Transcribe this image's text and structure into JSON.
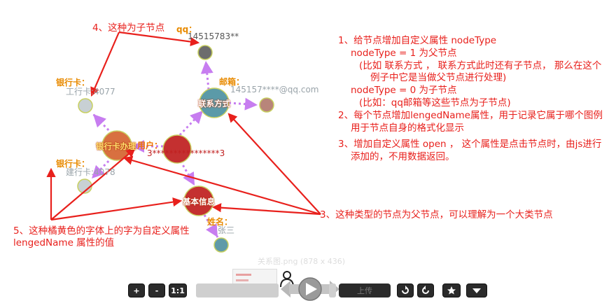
{
  "annotations": {
    "right_block": [
      "1、给节点增加自定义属性 nodeType",
      "nodeType = 1 为父节点",
      "(比如 联系方式 ， 联系方式此时还有子节点， 那么在这个",
      "例子中它是当做父节点进行处理)",
      "nodeType = 0 为子节点",
      "(比如：qq邮箱等这些节点为子节点)",
      "2、每个节点增加lengedName属性，用于记录它属于哪个图例",
      "用于节点自身的格式化显示",
      "3、增加自定义属性 open ， 这个属性是点击节点时，由js进行",
      "添加的，不用数据返回。"
    ],
    "arrow4": "4、这种为子节点",
    "arrow3": "3、这种类型的节点为父节点，可以理解为一个大类节点",
    "arrow5_line1": "5、这种橘黄色的字体上的字为自定义属性",
    "arrow5_line2": "lengedName 属性的值"
  },
  "graph": {
    "legend_labels": {
      "qq": "qq：",
      "mail": "邮箱：",
      "bank1": "银行卡：",
      "bank2": "银行卡：",
      "user": "用户：",
      "name": "姓名："
    },
    "node_values": {
      "qq": "14515783**",
      "mail": "145157****@qq.com",
      "bank1": "工行卡:4077",
      "bank2": "建行卡:4078",
      "user": "3****************3",
      "name": "张三"
    },
    "node_labels": {
      "contact": "联系方式",
      "bankcard": "银行卡办理",
      "basic": "基本信息"
    },
    "colors": {
      "arrow_red": "#e8201c",
      "edge": "#c77df0",
      "contact": "#5b9aa8",
      "bankcard": "#d87040",
      "center": "#c43030",
      "basic": "#c43030",
      "leaf_gray": "#c8d0d4",
      "leaf_dark": "#6d6d6d",
      "leaf_brown": "#b8857a",
      "leaf_teal": "#5f9aa8",
      "node_border": "#c8d060"
    }
  },
  "toolbar": {
    "file_name": "关系图.png (878 x 436)",
    "zoom_in": "+",
    "zoom_out": "-",
    "actual_size": "1:1",
    "upload": "上传",
    "icons": [
      "rotate-left-icon",
      "rotate-right-icon",
      "star-icon",
      "menu-down-icon",
      "play-icon",
      "person-icon"
    ]
  }
}
